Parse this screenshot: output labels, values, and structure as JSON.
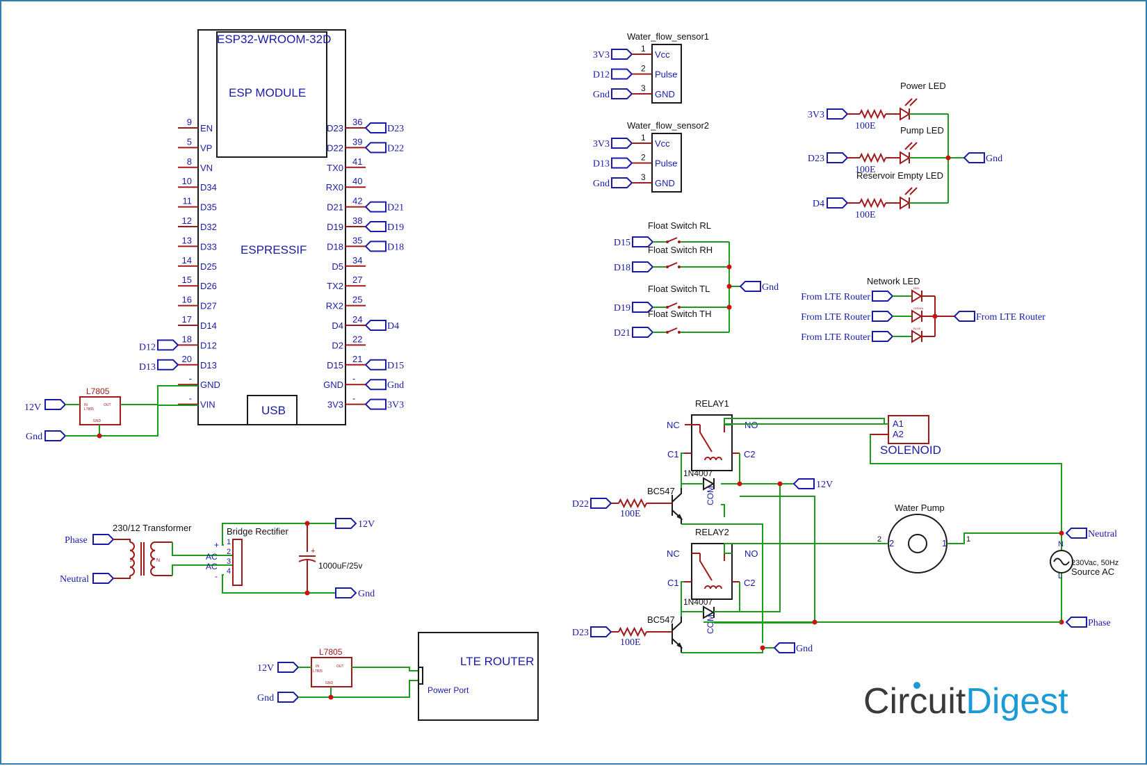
{
  "esp": {
    "chip": "ESP32-WROOM-32D",
    "module": "ESP MODULE",
    "vendor": "ESPRESSIF",
    "usb": "USB",
    "left_pins": [
      {
        "num": "9",
        "name": "EN",
        "net": ""
      },
      {
        "num": "5",
        "name": "VP",
        "net": ""
      },
      {
        "num": "8",
        "name": "VN",
        "net": ""
      },
      {
        "num": "10",
        "name": "D34",
        "net": ""
      },
      {
        "num": "11",
        "name": "D35",
        "net": ""
      },
      {
        "num": "12",
        "name": "D32",
        "net": ""
      },
      {
        "num": "13",
        "name": "D33",
        "net": ""
      },
      {
        "num": "14",
        "name": "D25",
        "net": ""
      },
      {
        "num": "15",
        "name": "D26",
        "net": ""
      },
      {
        "num": "16",
        "name": "D27",
        "net": ""
      },
      {
        "num": "17",
        "name": "D14",
        "net": ""
      },
      {
        "num": "18",
        "name": "D12",
        "net": "D12"
      },
      {
        "num": "20",
        "name": "D13",
        "net": "D13"
      },
      {
        "num": "-",
        "name": "GND",
        "net": ""
      },
      {
        "num": "-",
        "name": "VIN",
        "net": ""
      }
    ],
    "right_pins": [
      {
        "num": "36",
        "name": "D23",
        "net": "D23"
      },
      {
        "num": "39",
        "name": "D22",
        "net": "D22"
      },
      {
        "num": "41",
        "name": "TX0",
        "net": ""
      },
      {
        "num": "40",
        "name": "RX0",
        "net": ""
      },
      {
        "num": "42",
        "name": "D21",
        "net": "D21"
      },
      {
        "num": "38",
        "name": "D19",
        "net": "D19"
      },
      {
        "num": "35",
        "name": "D18",
        "net": "D18"
      },
      {
        "num": "34",
        "name": "D5",
        "net": ""
      },
      {
        "num": "27",
        "name": "TX2",
        "net": ""
      },
      {
        "num": "25",
        "name": "RX2",
        "net": ""
      },
      {
        "num": "24",
        "name": "D4",
        "net": "D4"
      },
      {
        "num": "22",
        "name": "D2",
        "net": ""
      },
      {
        "num": "21",
        "name": "D15",
        "net": "D15"
      },
      {
        "num": "-",
        "name": "GND",
        "net": "Gnd"
      },
      {
        "num": "-",
        "name": "3V3",
        "net": "3V3"
      }
    ]
  },
  "reg1": {
    "name": "L7805",
    "in": "IN",
    "out": "OUT",
    "gnd": "GND",
    "part": "L7805",
    "net_in": "12V",
    "net_gnd": "Gnd"
  },
  "sensors": [
    {
      "title": "Water_flow_sensor1",
      "pins": [
        {
          "num": "1",
          "name": "Vcc",
          "net": "3V3"
        },
        {
          "num": "2",
          "name": "Pulse",
          "net": "D12"
        },
        {
          "num": "3",
          "name": "GND",
          "net": "Gnd"
        }
      ]
    },
    {
      "title": "Water_flow_sensor2",
      "pins": [
        {
          "num": "1",
          "name": "Vcc",
          "net": "3V3"
        },
        {
          "num": "2",
          "name": "Pulse",
          "net": "D13"
        },
        {
          "num": "3",
          "name": "GND",
          "net": "Gnd"
        }
      ]
    }
  ],
  "leds": {
    "items": [
      {
        "label": "Power LED",
        "net": "3V3",
        "res": "100E"
      },
      {
        "label": "Pump LED",
        "net": "D23",
        "res": "100E"
      },
      {
        "label": "Reservoir Empty LED",
        "net": "D4",
        "res": "100E"
      }
    ],
    "gnd": "Gnd"
  },
  "floats": {
    "items": [
      {
        "label": "Float Switch RL",
        "net": "D15"
      },
      {
        "label": "Float Switch RH",
        "net": "D18"
      },
      {
        "label": "Float Switch TL",
        "net": "D19"
      },
      {
        "label": "Float Switch TH",
        "net": "D21"
      }
    ],
    "gnd": "Gnd"
  },
  "network": {
    "title": "Network LED",
    "inputs": [
      "From LTE Router",
      "From LTE Router",
      "From LTE Router"
    ],
    "colors": [
      "RED",
      "GREEN",
      "BLUE"
    ],
    "output": "From LTE Router"
  },
  "relays": {
    "r1": {
      "name": "RELAY1",
      "nc": "NC",
      "no": "NO",
      "c1": "C1",
      "c2": "C2",
      "com": "COM",
      "diode": "1N4007",
      "transistor": "BC547",
      "net": "D22",
      "res": "100E"
    },
    "r2": {
      "name": "RELAY2",
      "nc": "NC",
      "no": "NO",
      "c1": "C1",
      "c2": "C2",
      "com": "COM",
      "diode": "1N4007",
      "transistor": "BC547",
      "net": "D23",
      "res": "100E"
    },
    "v12": "12V",
    "gnd": "Gnd"
  },
  "solenoid": {
    "name": "SOLENOID",
    "a1": "A1",
    "a2": "A2"
  },
  "pump": {
    "name": "Water Pump",
    "p1": "1",
    "p2": "2"
  },
  "ac": {
    "neutral": "Neutral",
    "phase": "Phase",
    "source1": "230Vac, 50Hz",
    "source2": "Source AC",
    "n": "N",
    "l": "L"
  },
  "psu": {
    "phase": "Phase",
    "neutral": "Neutral",
    "transformer": "230/12 Transformer",
    "rectifier": "Bridge Rectifier",
    "ac1": "AC",
    "ac2": "AC",
    "plus": "+",
    "minus": "-",
    "pins": [
      "1",
      "2",
      "3",
      "4"
    ],
    "cap": "1000uF/25v",
    "out_pos": "12V",
    "out_gnd": "Gnd"
  },
  "router": {
    "reg": "L7805",
    "in": "IN",
    "out": "OUT",
    "gnd": "GND",
    "part": "L7805",
    "net_in": "12V",
    "net_gnd": "Gnd",
    "title": "LTE ROUTER",
    "port": "Power Port"
  },
  "brand": {
    "part1": "Circuit",
    "part2": "Digest",
    "color1": "#3a3a3a",
    "color2": "#1a9ad6"
  }
}
